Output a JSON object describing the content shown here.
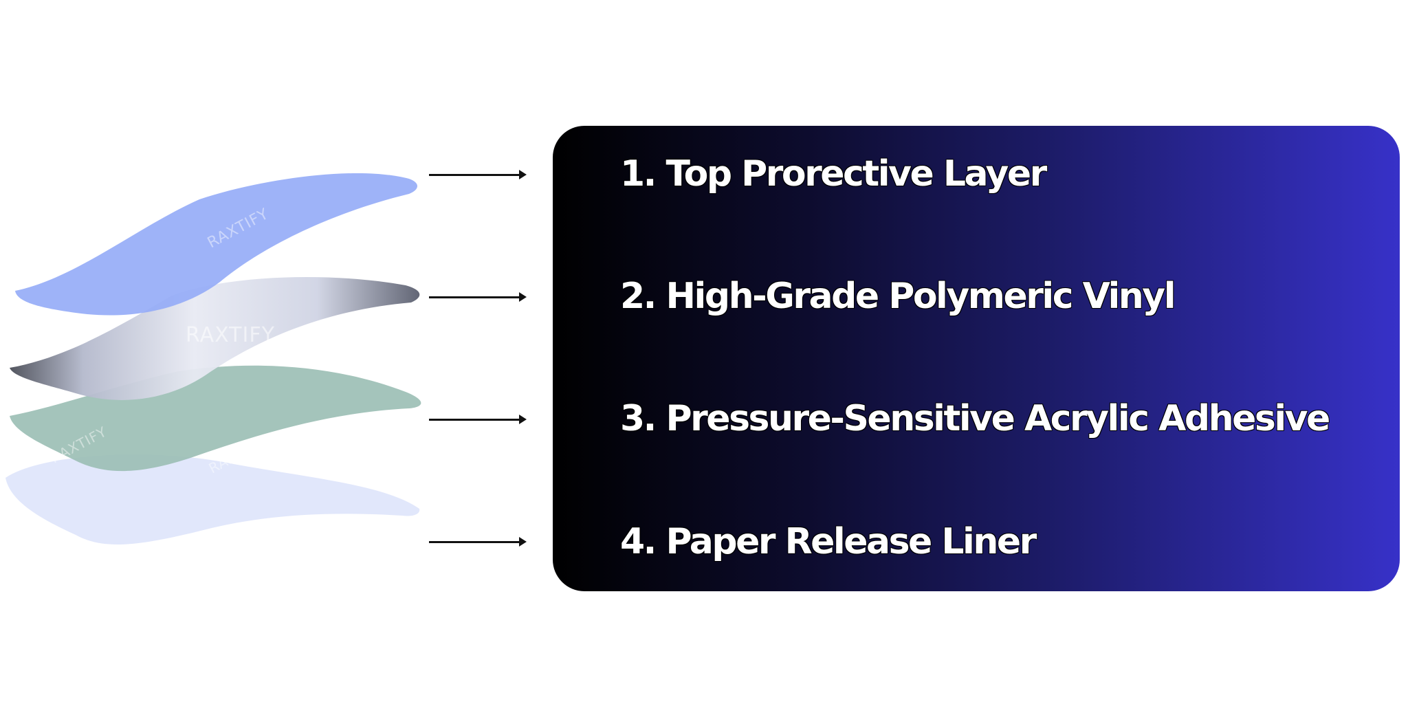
{
  "layers": [
    {
      "label": "1. Top Prorective Layer",
      "color": "#93abf7",
      "watermark": "RAXTIFY"
    },
    {
      "label": "2. High-Grade Polymeric Vinyl",
      "color": "#c9cddd",
      "watermark": "RAXTIFY"
    },
    {
      "label": "3. Pressure-Sensitive Acrylic Adhesive",
      "color": "#9cbfb5",
      "watermark": "RAXTIFY"
    },
    {
      "label": "4. Paper Release Liner",
      "color": "#dfe6fb",
      "watermark": "RAXTIFY"
    }
  ],
  "colors": {
    "panel_gradient_start": "#000000",
    "panel_gradient_end": "#3731c8",
    "arrow": "#111111",
    "text": "#ffffff"
  }
}
